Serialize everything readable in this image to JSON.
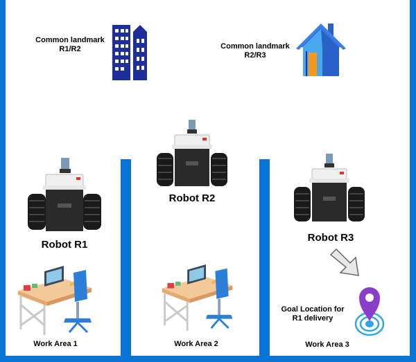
{
  "colors": {
    "wall": "#0a74d6",
    "building": "#1e2f9b",
    "house_roof": "#2f6fe0",
    "house_wall": "#4aa8f0",
    "house_door": "#f39a1e",
    "pin": "#8a3ec9",
    "goal_ring": "#2ba7e8"
  },
  "landmarks": {
    "r1r2": "Common landmark\nR1/R2",
    "r2r3": "Common landmark\nR2/R3"
  },
  "robots": {
    "r1": "Robot R1",
    "r2": "Robot R2",
    "r3": "Robot R3"
  },
  "areas": {
    "a1": "Work Area 1",
    "a2": "Work Area 2",
    "a3": "Work Area 3"
  },
  "goal": "Goal Location for\nR1 delivery"
}
